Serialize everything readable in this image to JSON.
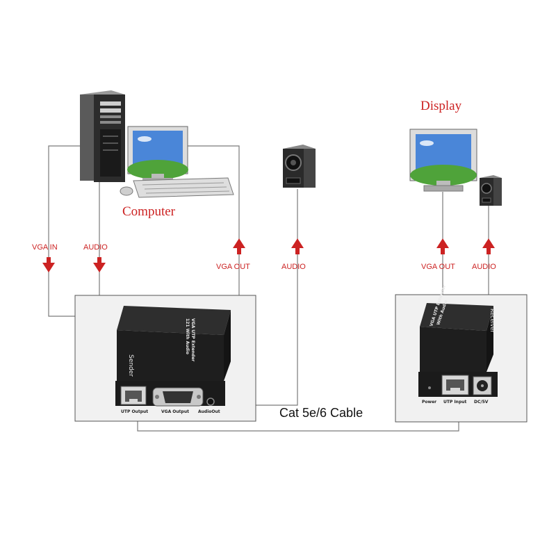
{
  "labels": {
    "computer": "Computer",
    "display": "Display",
    "cable": "Cat 5e/6 Cable",
    "vga_in": "VGA IN",
    "audio_in": "AUDIO",
    "vga_out_sender": "VGA OUT",
    "audio_out_sender": "AUDIO",
    "vga_out_receiver": "VGA OUT",
    "audio_out_receiver": "AUDIO"
  },
  "sender": {
    "top_line1": "VGA UTP Extender",
    "top_line2": "121 With Audio",
    "side_label": "Sender",
    "port_utp": "UTP Output",
    "port_vga": "VGA Output",
    "port_audio": "AudioOut"
  },
  "receiver": {
    "top_line1": "VGA UTP Extender",
    "top_line2": "With Audio",
    "side_label": "Receiver",
    "port_power": "Power",
    "port_utp": "UTP Input",
    "port_dc": "DC/5V"
  },
  "colors": {
    "label_red": "#cc2222",
    "wire_gray": "#7a7a7a",
    "device_black": "#1e1e1e",
    "box_fill": "#f1f1f1"
  }
}
